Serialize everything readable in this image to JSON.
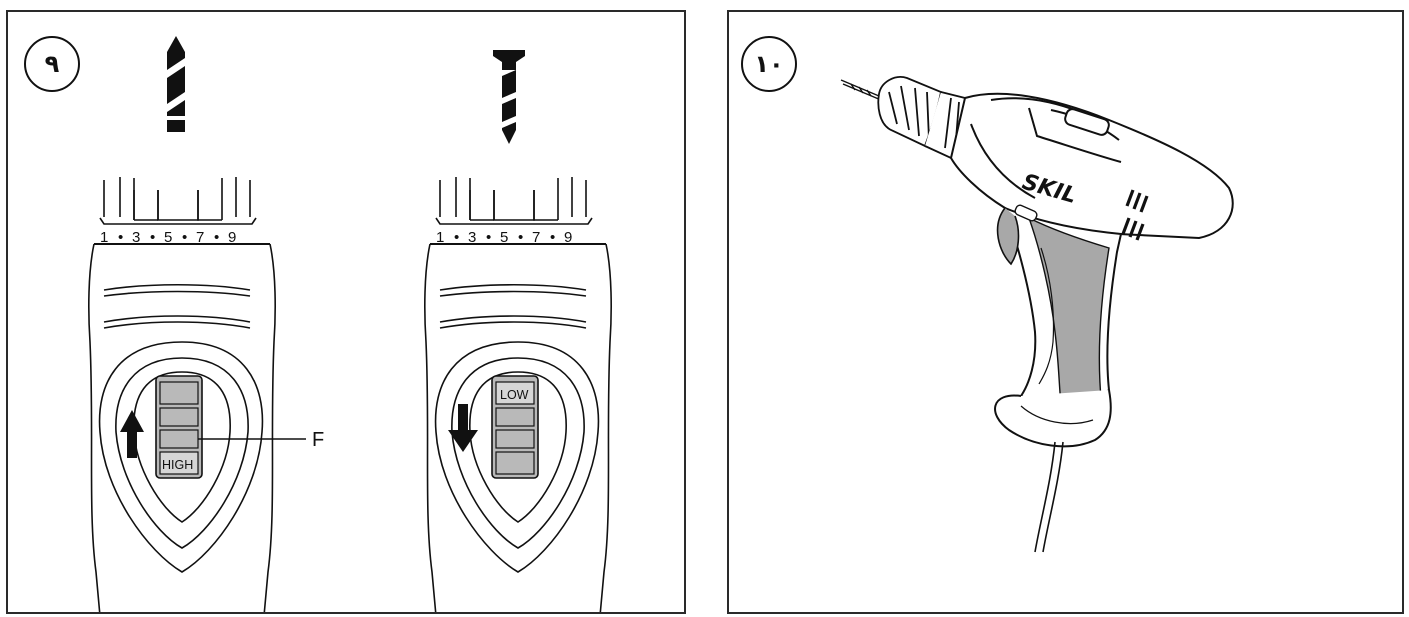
{
  "panels": [
    {
      "badge": "٩",
      "drills": [
        {
          "icon": "drill-bit-icon",
          "scale": [
            "1",
            "•",
            "3",
            "•",
            "5",
            "•",
            "7",
            "•",
            "9"
          ],
          "switch_label": "HIGH",
          "direction": "up"
        },
        {
          "icon": "screw-icon",
          "scale": [
            "1",
            "•",
            "3",
            "•",
            "5",
            "•",
            "7",
            "•",
            "9"
          ],
          "switch_label": "LOW",
          "direction": "down"
        }
      ],
      "callout": "F"
    },
    {
      "badge": "١٠",
      "brand": "SKIL"
    }
  ],
  "colors": {
    "switch_fill": "#b9b9b9",
    "grip_fill": "#a8a8a8",
    "line": "#111111"
  }
}
